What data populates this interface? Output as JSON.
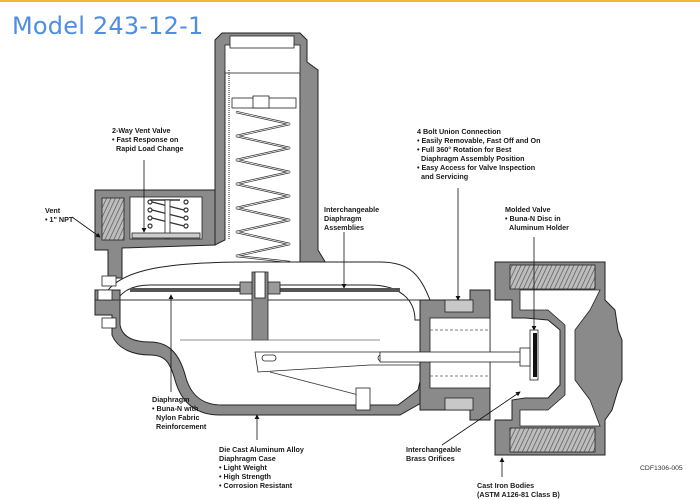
{
  "title": "Model 243-12-1",
  "accent_color": "#4f8de0",
  "top_bar_color": "#f0b73a",
  "drawing_code": "CDF1306-005",
  "callouts": {
    "vent_valve": {
      "heading": "2-Way Vent Valve",
      "lines": [
        "• Fast Response on",
        "Rapid Load Change"
      ]
    },
    "vent": {
      "heading": "Vent",
      "lines": [
        "• 1\" NPT"
      ]
    },
    "union": {
      "heading": "4 Bolt Union Connection",
      "lines": [
        "• Easily Removable, Fast Off and On",
        "• Full 360° Rotation for Best",
        "Diaphragm Assembly Position",
        "• Easy Access for Valve Inspection",
        "and Servicing"
      ]
    },
    "diaphragm_assemblies": {
      "heading": "Interchangeable",
      "lines": [
        "Diaphragm",
        "Assemblies"
      ]
    },
    "molded_valve": {
      "heading": "Molded Valve",
      "lines": [
        "• Buna-N Disc in",
        "Aluminum Holder"
      ]
    },
    "diaphragm": {
      "heading": "Diaphragm",
      "lines": [
        "• Buna-N with",
        "Nylon Fabric",
        "Reinforcement"
      ]
    },
    "case": {
      "heading": "Die Cast Aluminum Alloy",
      "lines": [
        "Diaphragm Case",
        "• Light Weight",
        "• High Strength",
        "• Corrosion Resistant"
      ]
    },
    "orifices": {
      "heading": "Interchangeable",
      "lines": [
        "Brass Orifices"
      ]
    },
    "bodies": {
      "heading": "Cast Iron Bodies",
      "lines": [
        "(ASTM A126-81 Class B)"
      ]
    }
  }
}
